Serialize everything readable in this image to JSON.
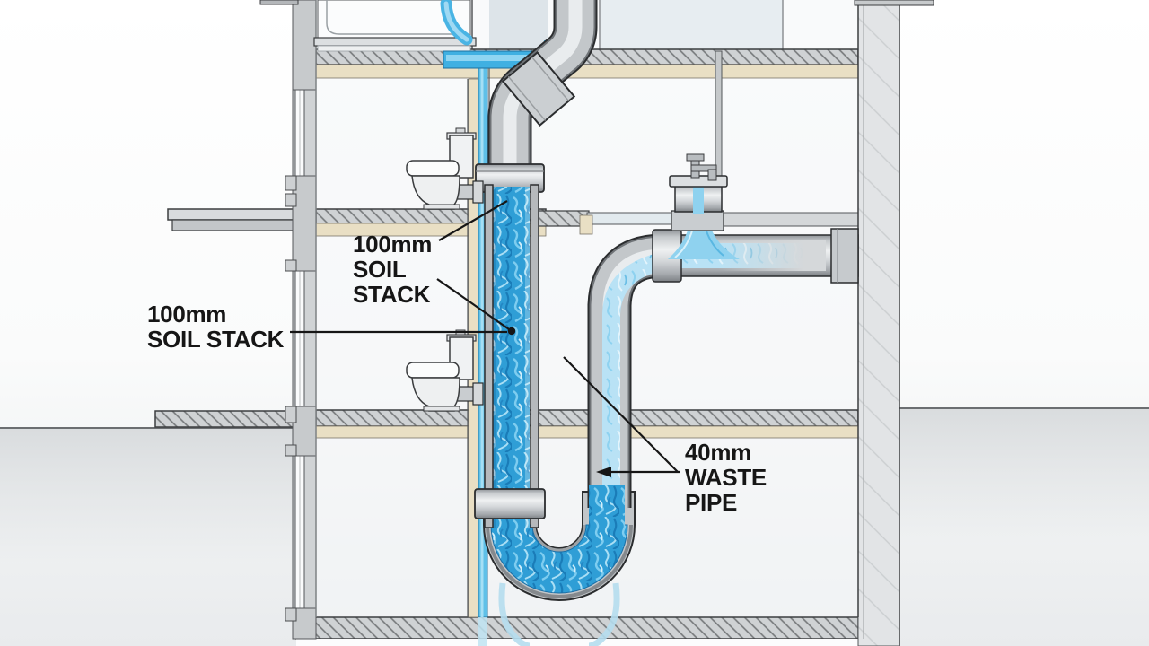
{
  "diagram": {
    "title_hint": "Soil stack and waste pipe drainage cross-section",
    "labels": {
      "soil_stack_upper": {
        "lines": [
          "100mm",
          "SOIL",
          "STACK"
        ]
      },
      "soil_stack_left": {
        "lines": [
          "100mm",
          "SOIL STACK"
        ]
      },
      "waste_pipe": {
        "lines": [
          "40mm",
          "WASTE",
          "PIPE"
        ]
      }
    },
    "colors": {
      "water_strong": "#2f9ed6",
      "water_light": "#b9e2f5",
      "small_pipe_blue": "#5fc0e8",
      "pipe_body": "#c3c7ca",
      "pipe_outline": "#2b2d2f",
      "floor_slab": "#cfd2d4",
      "ceiling_tan": "#e9dfc4",
      "label_text": "#161616",
      "ghost_pipe": "#b5ddee"
    }
  }
}
